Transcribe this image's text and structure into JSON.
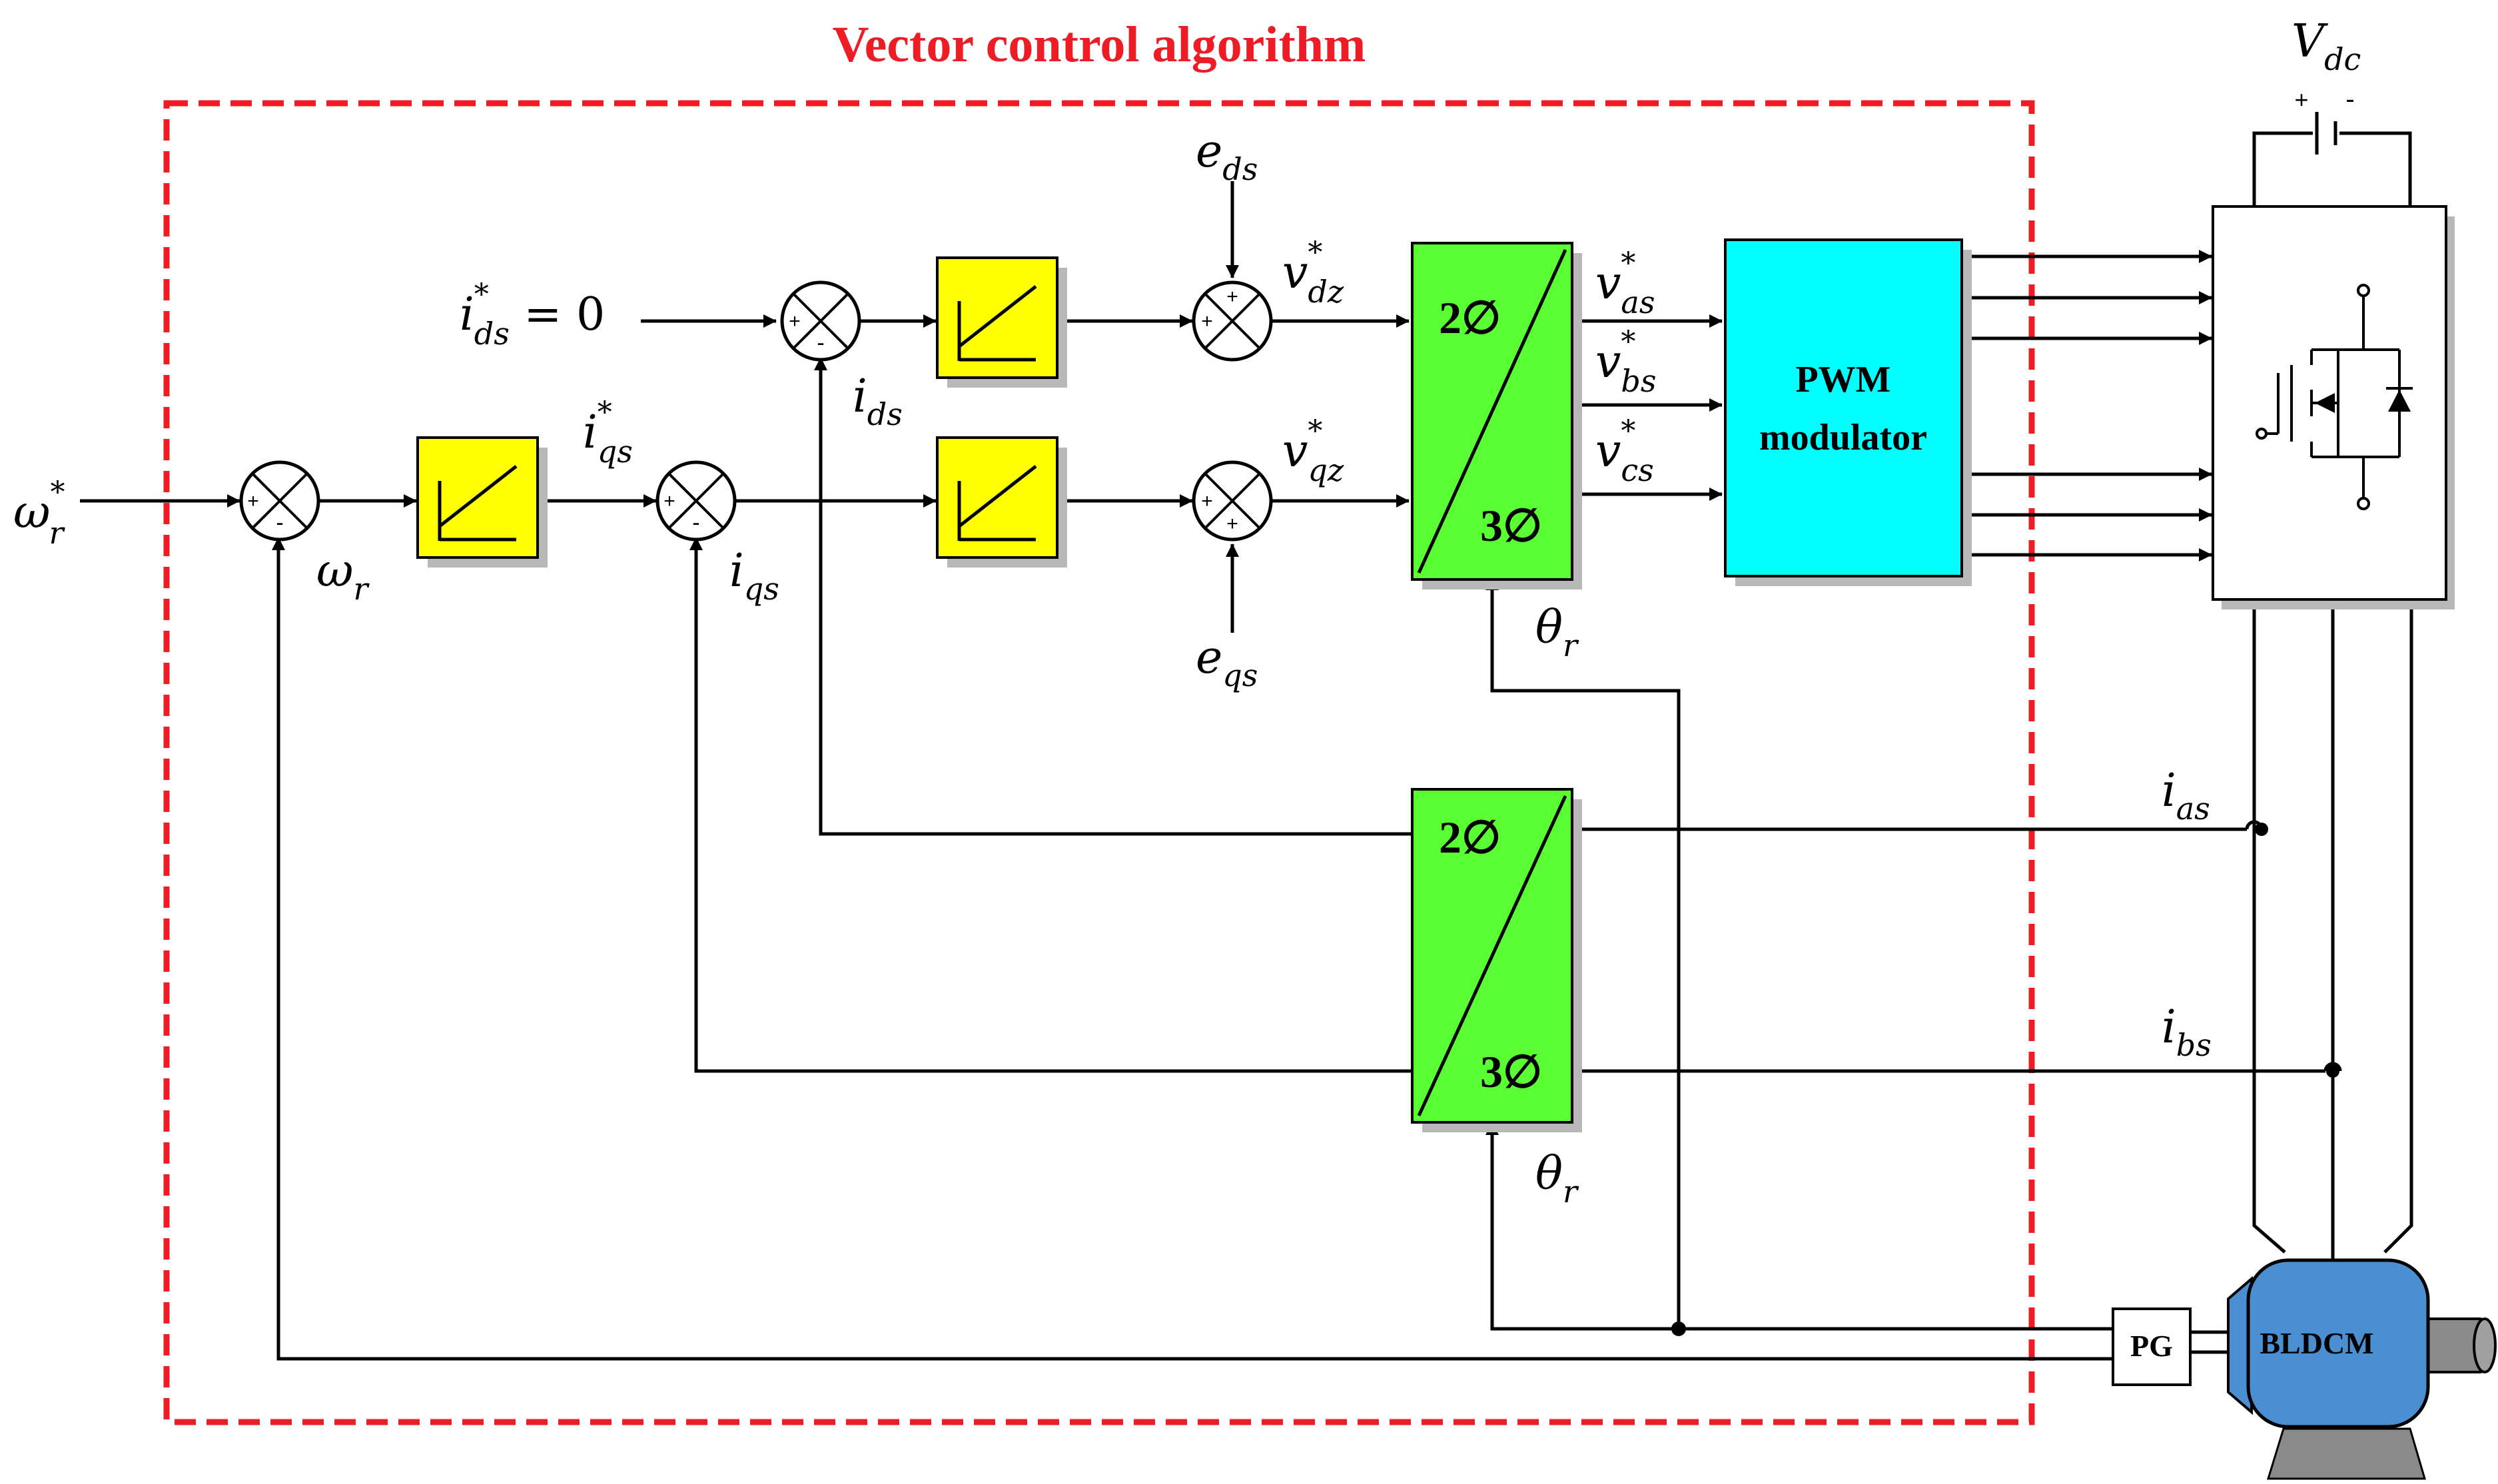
{
  "title": "Vector control algorithm",
  "inputs": {
    "omega_ref": {
      "base": "ω",
      "sub": "r",
      "sup": "*"
    },
    "ids_ref": {
      "base": "i",
      "sub": "ds",
      "sup": "*",
      "suffix": " = 0"
    }
  },
  "signals": {
    "omega_fb": {
      "base": "ω",
      "sub": "r"
    },
    "iqs_ref": {
      "base": "i",
      "sub": "qs",
      "sup": "*"
    },
    "ids": {
      "base": "i",
      "sub": "ds"
    },
    "iqs": {
      "base": "i",
      "sub": "qs"
    },
    "eds": {
      "base": "e",
      "sub": "ds"
    },
    "eqs": {
      "base": "e",
      "sub": "qs"
    },
    "vdz": {
      "base": "v",
      "sub": "dz",
      "sup": "*"
    },
    "vqz": {
      "base": "v",
      "sub": "qz",
      "sup": "*"
    },
    "vas": {
      "base": "v",
      "sub": "as",
      "sup": "*"
    },
    "vbs": {
      "base": "v",
      "sub": "bs",
      "sup": "*"
    },
    "vcs": {
      "base": "v",
      "sub": "cs",
      "sup": "*"
    },
    "theta_top": {
      "base": "θ",
      "sub": "r"
    },
    "theta_bottom": {
      "base": "θ",
      "sub": "r"
    },
    "ias": {
      "base": "i",
      "sub": "as"
    },
    "ibs": {
      "base": "i",
      "sub": "bs"
    },
    "vdc": {
      "base": "V",
      "sub": "dc"
    }
  },
  "transforms": {
    "two_phase": "2∅",
    "three_phase": "3∅"
  },
  "pwm": {
    "line1": "PWM",
    "line2": "modulator"
  },
  "motor": {
    "label": "BLDCM"
  },
  "encoder": {
    "label": "PG"
  },
  "signs": {
    "plus": "+",
    "minus": "-"
  },
  "colors": {
    "controller": "#ffff00",
    "transform": "#5aff33",
    "pwm": "#00ffff",
    "motor": "#4a8fd2",
    "boundary": "#ee1c25",
    "shadow": "#b8b8b8"
  }
}
